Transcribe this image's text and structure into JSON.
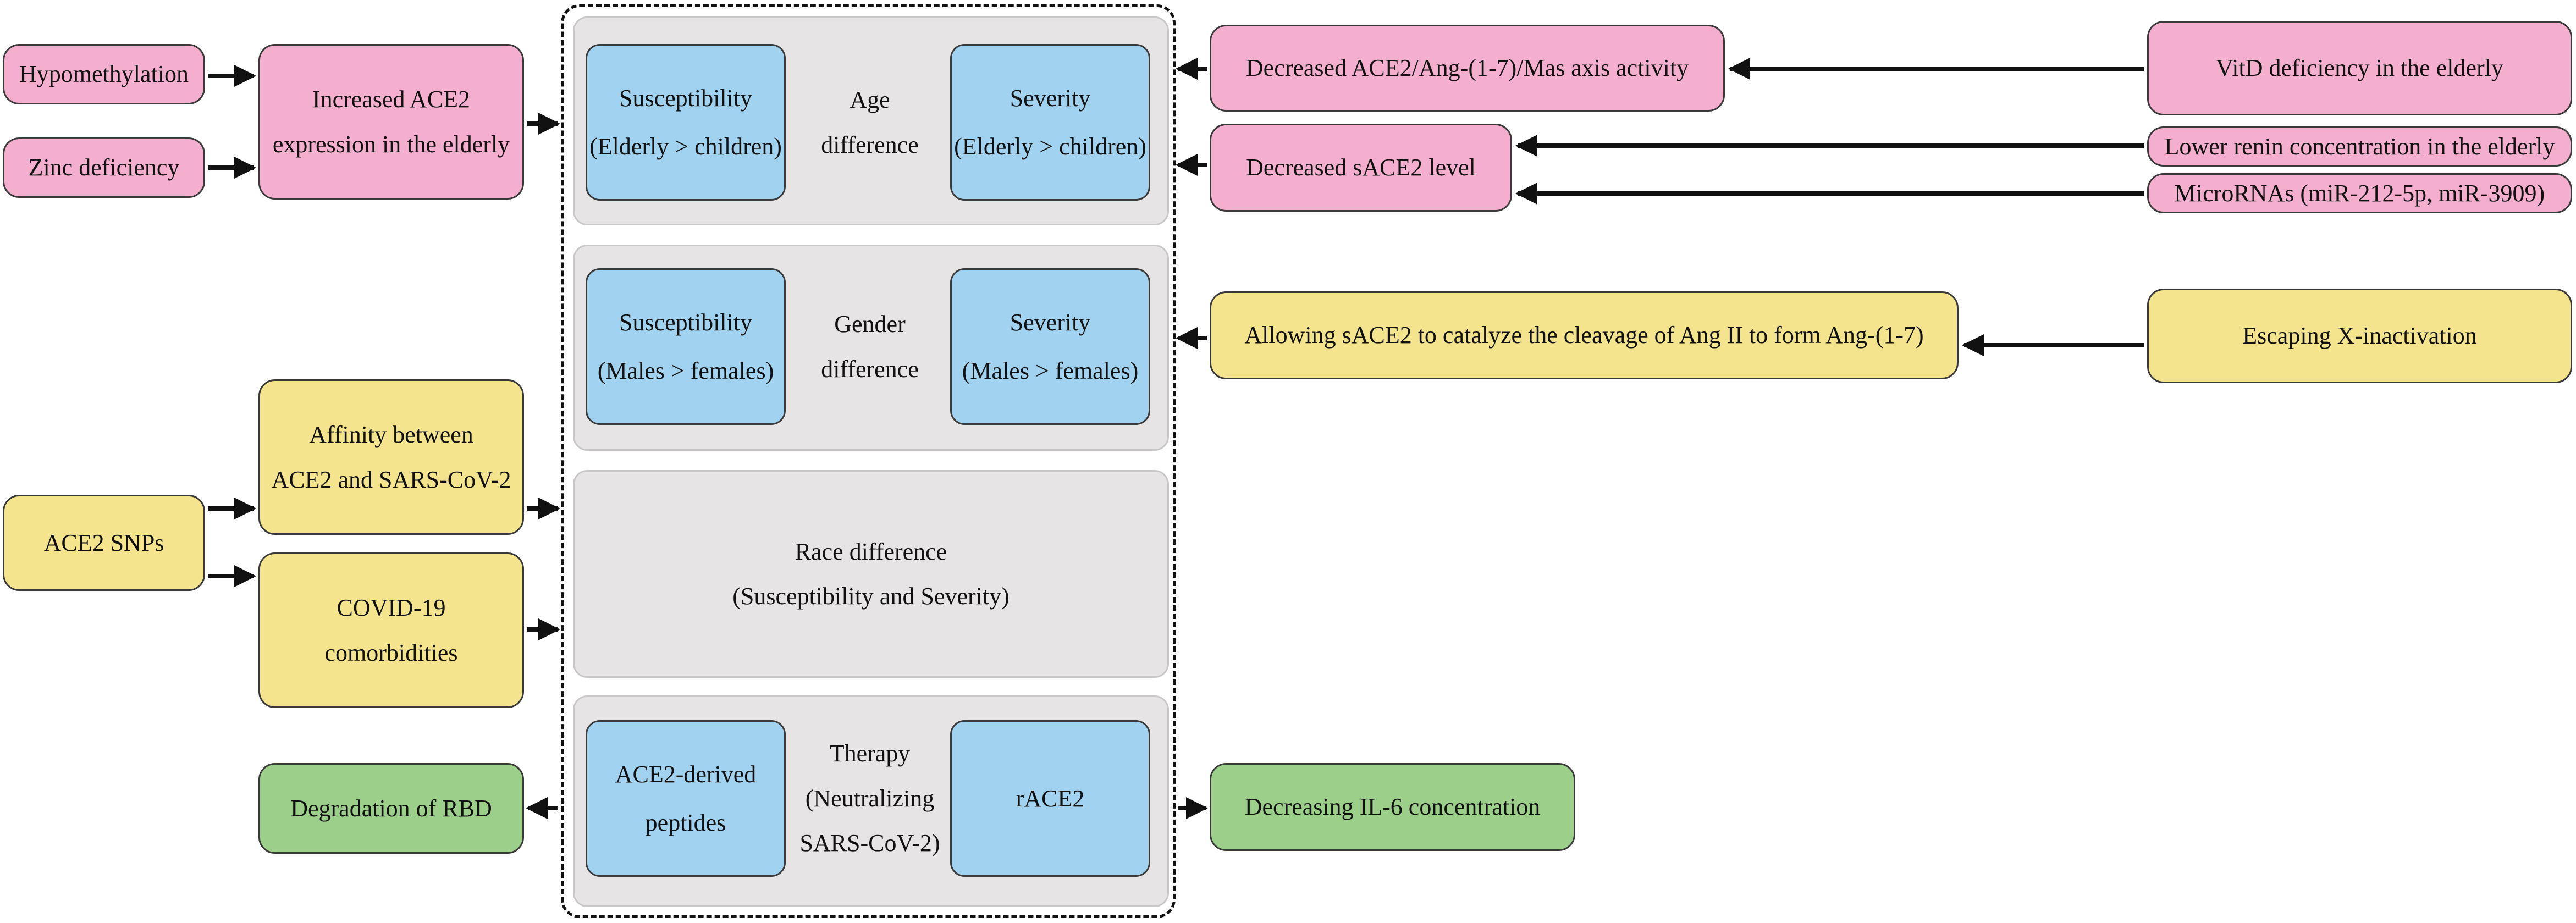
{
  "center": {
    "age": {
      "left_title": "Susceptibility",
      "left_detail": "(Elderly > children)",
      "mid_line1": "Age",
      "mid_line2": "difference",
      "right_title": "Severity",
      "right_detail": "(Elderly > children)"
    },
    "gender": {
      "left_title": "Susceptibility",
      "left_detail": "(Males > females)",
      "mid_line1": "Gender",
      "mid_line2": "difference",
      "right_title": "Severity",
      "right_detail": "(Males > females)"
    },
    "race": {
      "line1": "Race difference",
      "line2": "(Susceptibility and Severity)"
    },
    "therapy": {
      "left_line1": "ACE2-derived",
      "left_line2": "peptides",
      "mid_line1": "Therapy",
      "mid_line2": "(Neutralizing",
      "mid_line3": "SARS-CoV-2)",
      "right": "rACE2"
    }
  },
  "left": {
    "hypomethylation": "Hypomethylation",
    "zinc": "Zinc deficiency",
    "increased_ace2_line1": "Increased ACE2",
    "increased_ace2_line2": "expression in the elderly",
    "affinity_line1": "Affinity between",
    "affinity_line2": "ACE2 and SARS-CoV-2",
    "snps": "ACE2 SNPs",
    "comorb_line1": "COVID-19",
    "comorb_line2": "comorbidities",
    "rbd": "Degradation of RBD"
  },
  "right": {
    "decreased_axis": "Decreased ACE2/Ang-(1-7)/Mas axis activity",
    "decreased_sace2": "Decreased sACE2 level",
    "allowing_sace2": "Allowing sACE2 to catalyze the cleavage of Ang II to form Ang-(1-7)",
    "il6": "Decreasing IL-6 concentration"
  },
  "far_right": {
    "vitd": "VitD deficiency in the elderly",
    "renin": "Lower renin concentration in the elderly",
    "micro": "MicroRNAs (miR-212-5p, miR-3909)",
    "xinact": "Escaping X-inactivation"
  },
  "colors": {
    "pink": "#f4afcf",
    "yellow": "#f4e48e",
    "green": "#9ccf8a",
    "blue": "#a1d2f0",
    "panel": "#e6e4e5"
  }
}
